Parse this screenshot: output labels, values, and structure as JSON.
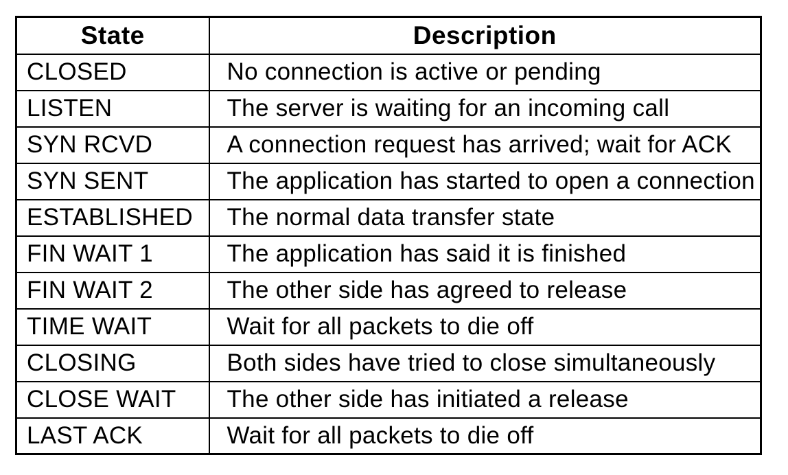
{
  "colors": {
    "background": "#ffffff",
    "border": "#000000",
    "text": "#000000"
  },
  "table": {
    "columns": [
      "State",
      "Description"
    ],
    "rows": [
      {
        "state": "CLOSED",
        "description": "No connection is active or pending"
      },
      {
        "state": "LISTEN",
        "description": "The server is waiting for an incoming call"
      },
      {
        "state": "SYN RCVD",
        "description": "A connection request has arrived; wait for ACK"
      },
      {
        "state": "SYN SENT",
        "description": "The application has started to open a connection"
      },
      {
        "state": "ESTABLISHED",
        "description": "The normal data transfer state"
      },
      {
        "state": "FIN WAIT 1",
        "description": "The application has said it is finished"
      },
      {
        "state": "FIN WAIT 2",
        "description": "The other side has agreed to release"
      },
      {
        "state": "TIME WAIT",
        "description": "Wait for all packets to die off"
      },
      {
        "state": "CLOSING",
        "description": "Both sides have tried to close simultaneously"
      },
      {
        "state": "CLOSE WAIT",
        "description": "The other side has initiated a release"
      },
      {
        "state": "LAST ACK",
        "description": "Wait for all packets to die off"
      }
    ]
  }
}
